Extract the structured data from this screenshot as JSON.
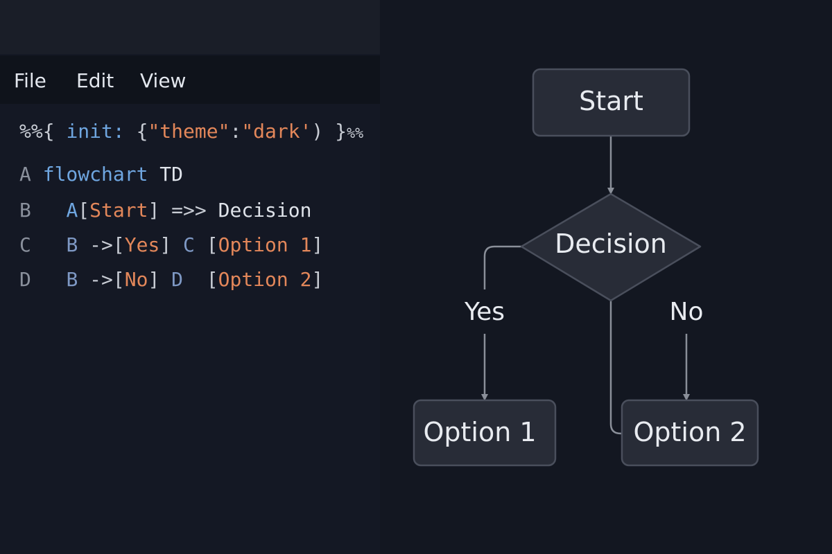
{
  "menu": {
    "file": "File",
    "edit": "Edit",
    "view": "View"
  },
  "code": {
    "line0": {
      "a": "%%{ ",
      "b": "init: ",
      "c": "{",
      "d": "\"theme\"",
      "e": ":",
      "f": "\"dark'",
      "g": ") }",
      "h": "%%"
    },
    "line1": {
      "ln": "A",
      "kw": "flowchart",
      "rest": " TD"
    },
    "line2": {
      "ln": "B",
      "a": "A",
      "b": "[",
      "c": "Start",
      "d": "] ",
      "e": "=>> ",
      "f": "Decision"
    },
    "line3": {
      "ln": "C",
      "a": "B ",
      "b": "->",
      "c": "[",
      "d": "Yes",
      "e": "] ",
      "f": "C ",
      "g": "[",
      "h": "Option 1",
      "i": "]"
    },
    "line4": {
      "ln": "D",
      "a": "B ",
      "b": "->",
      "c": "[",
      "d": "No",
      "e": "] ",
      "f": "D  ",
      "g": "[",
      "h": "Option 2",
      "i": "]"
    }
  },
  "diagram": {
    "start": "Start",
    "decision": "Decision",
    "yes": "Yes",
    "no": "No",
    "option1": "Option 1",
    "option2": "Option 2"
  },
  "colors": {
    "background": "#131721",
    "node_fill": "#282c37",
    "node_stroke": "#4a4f5c",
    "edge": "#8a8f99",
    "keyword": "#6fa6e0",
    "string": "#e3875a"
  }
}
